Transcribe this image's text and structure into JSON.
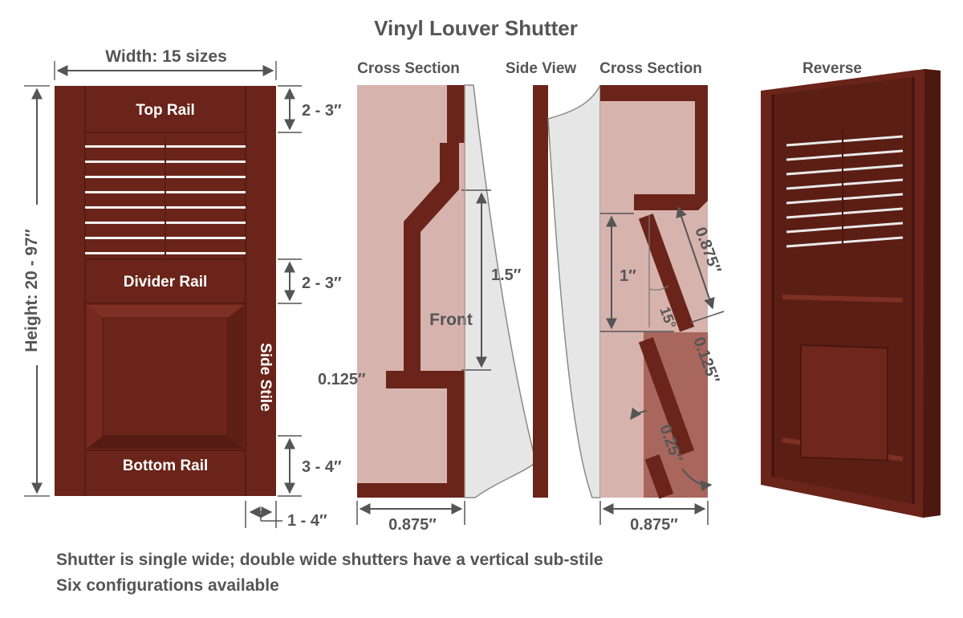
{
  "title": "Vinyl Louver Shutter",
  "front_view": {
    "width_label": "Width: 15 sizes",
    "height_label": "Height: 20 - 97″",
    "top_rail": "Top Rail",
    "divider_rail": "Divider Rail",
    "bottom_rail": "Bottom Rail",
    "side_stile": "Side Stile",
    "top_rail_dim": "2 - 3″",
    "divider_rail_dim": "2 - 3″",
    "bottom_rail_dim": "3 - 4″",
    "stile_dim": "1 - 4″"
  },
  "cross_section_left": {
    "heading": "Cross Section",
    "front_label": "Front",
    "depth_dim": "1.5″",
    "thickness_dim": "0.125″",
    "width_dim": "0.875″"
  },
  "side_view": {
    "heading": "Side View"
  },
  "cross_section_right": {
    "heading": "Cross Section",
    "louver_spacing_dim": "1″",
    "louver_width_dim": "0.875″",
    "angle_dim": "15°",
    "louver_thickness_dim": "0.125″",
    "gap_dim": "0.25″",
    "width_dim": "0.875″"
  },
  "reverse": {
    "heading": "Reverse"
  },
  "notes": {
    "line1": "Shutter is single wide; double wide shutters have a vertical sub-stile",
    "line2": "Six configurations available"
  },
  "colors": {
    "shutter": "#6a2419",
    "shutter_dark": "#5b1e14",
    "section_fill": "#d7b3ae",
    "section_shade": "#a8665c",
    "grey_area": "#e6e6e6",
    "text": "#555555",
    "white_text": "#ffffff"
  }
}
